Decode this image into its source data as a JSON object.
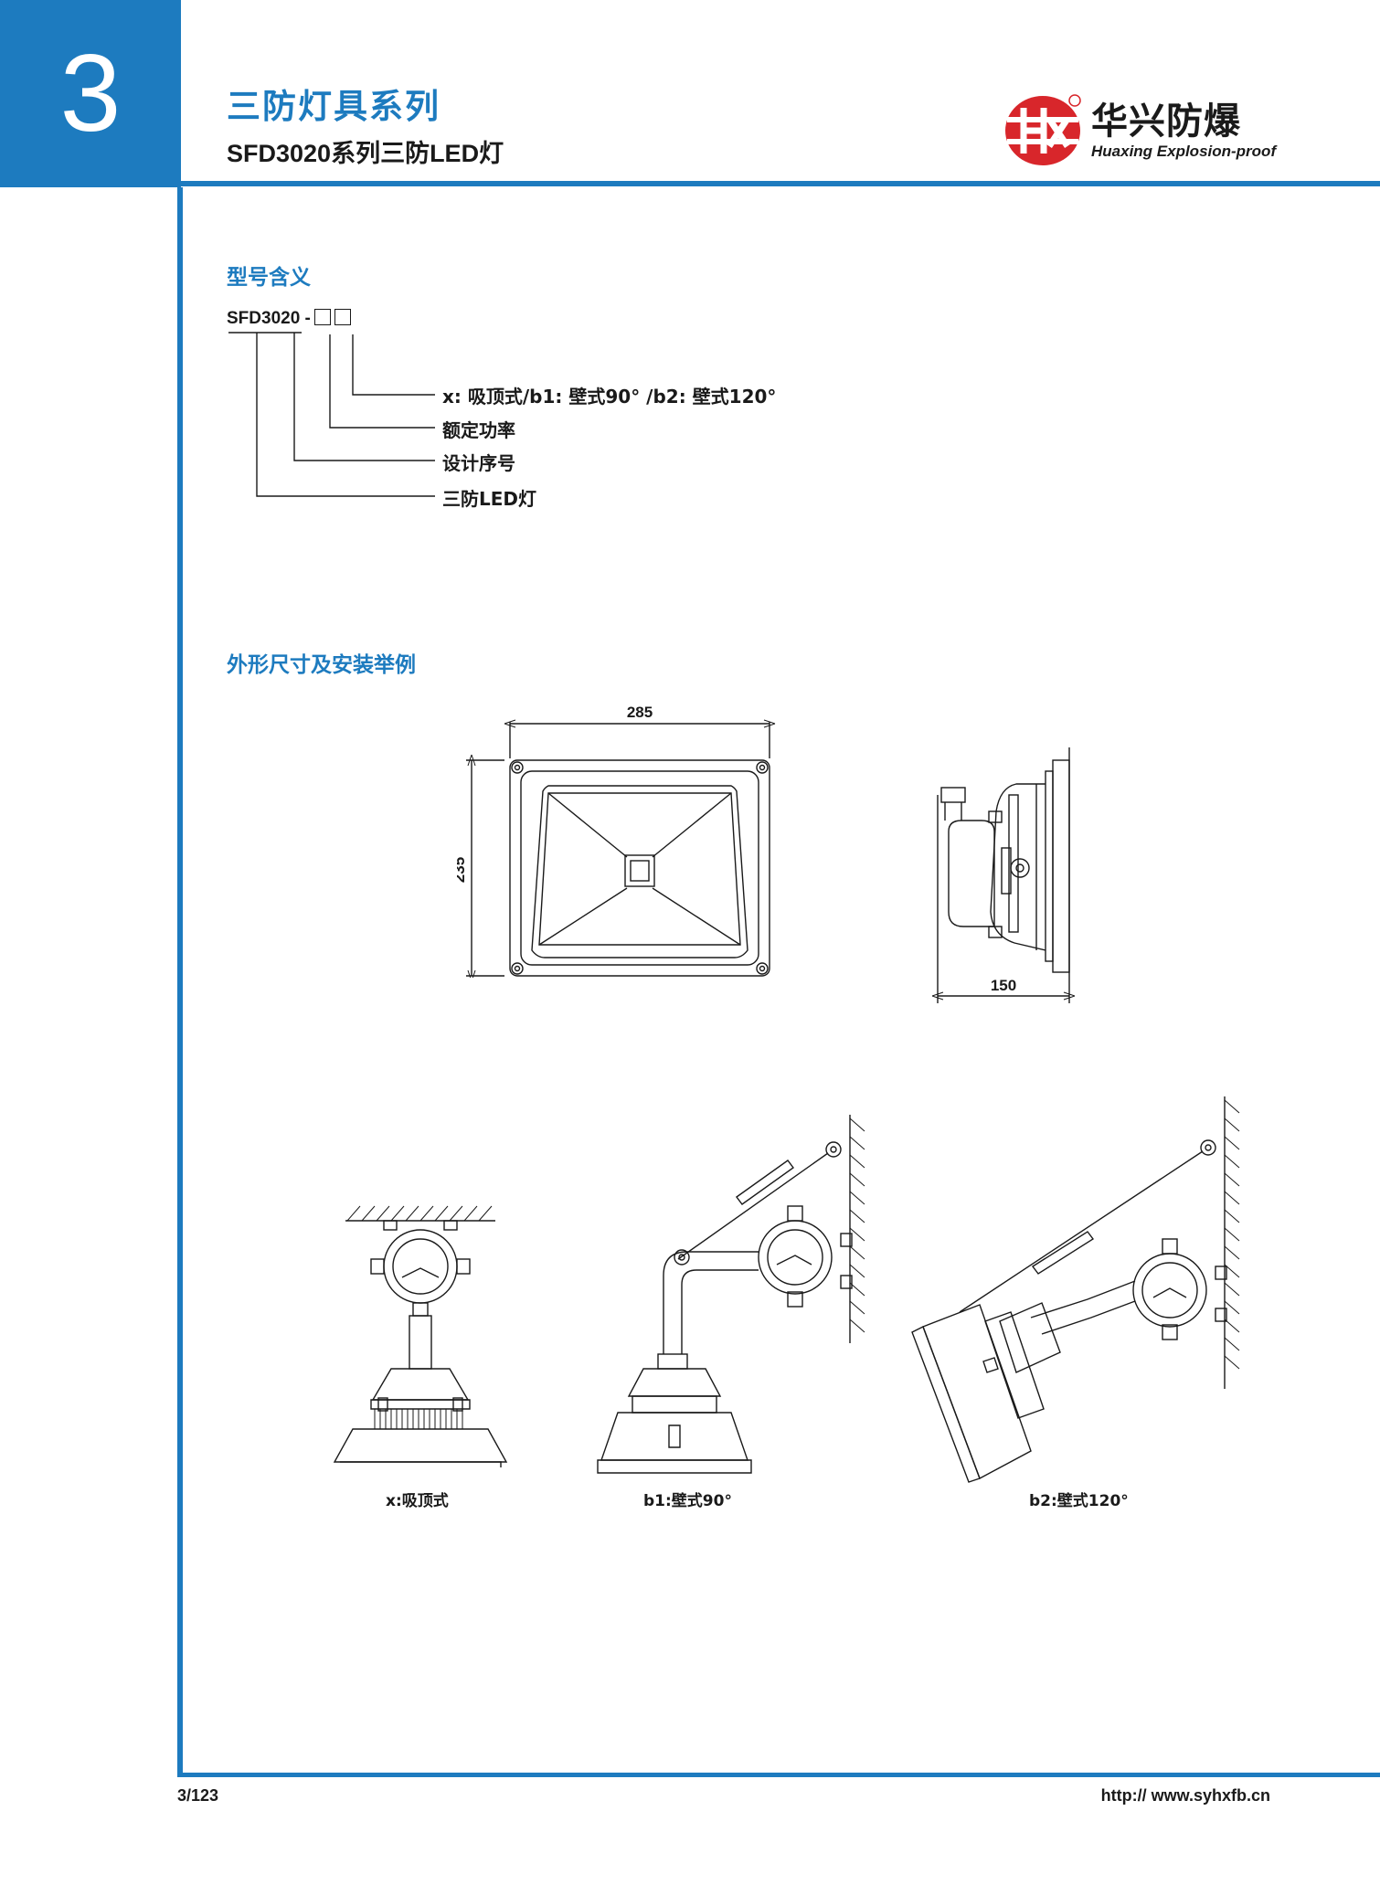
{
  "chapter_number": "3",
  "header": {
    "series_title": "三防灯具系列",
    "product_subtitle": "SFD3020系列三防LED灯"
  },
  "logo": {
    "company_cn": "华兴防爆",
    "company_en": "Huaxing Explosion-proof",
    "mark_letters": "HX"
  },
  "model_meaning": {
    "heading": "型号含义",
    "code": "SFD3020 -",
    "legend": [
      "x:  吸顶式/b1:  壁式90°  /b2:  壁式120°",
      "额定功率",
      "设计序号",
      "三防LED灯"
    ]
  },
  "dimensions": {
    "heading": "外形尺寸及安装举例",
    "width_mm": "285",
    "height_mm": "235",
    "depth_mm": "150"
  },
  "installations": [
    {
      "caption": "x:吸顶式"
    },
    {
      "caption": "b1:壁式90°"
    },
    {
      "caption": "b2:壁式120°"
    }
  ],
  "footer": {
    "page": "3/123",
    "url": "http:// www.syhxfb.cn"
  },
  "colors": {
    "brand_blue": "#1d7bbf",
    "logo_red": "#d8262b",
    "line": "#1a1a1a"
  }
}
